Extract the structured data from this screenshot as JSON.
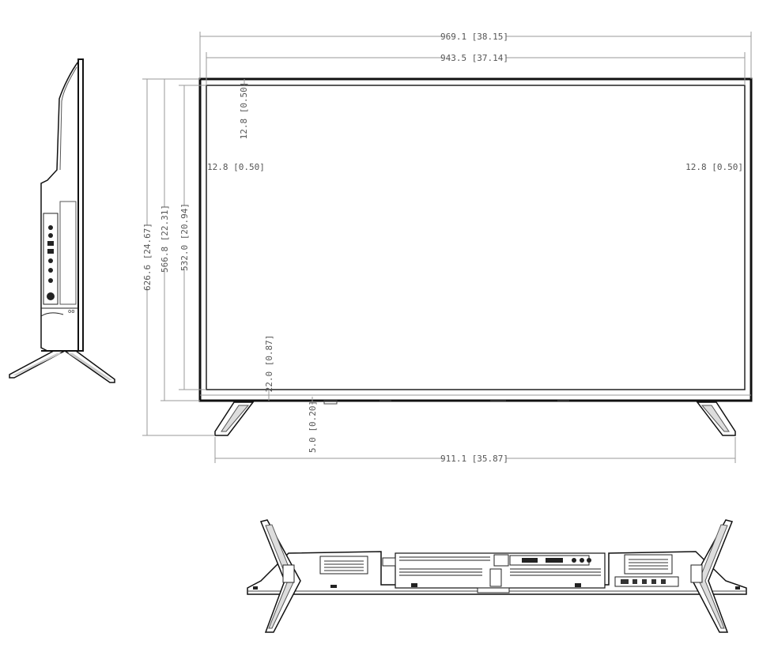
{
  "dimensions": {
    "overall_width": "969.1 [38.15]",
    "panel_width": "943.5 [37.14]",
    "bezel_top": "12.8 [0.50]",
    "bezel_left": "12.8 [0.50]",
    "bezel_right": "12.8 [0.50]",
    "overall_height": "626.6 [24.67]",
    "body_height": "566.8 [22.31]",
    "panel_height": "532.0 [20.94]",
    "bezel_bottom": "22.0 [0.87]",
    "stand_gap": "5.0 [0.20]",
    "stand_span": "911.1 [35.87]"
  }
}
